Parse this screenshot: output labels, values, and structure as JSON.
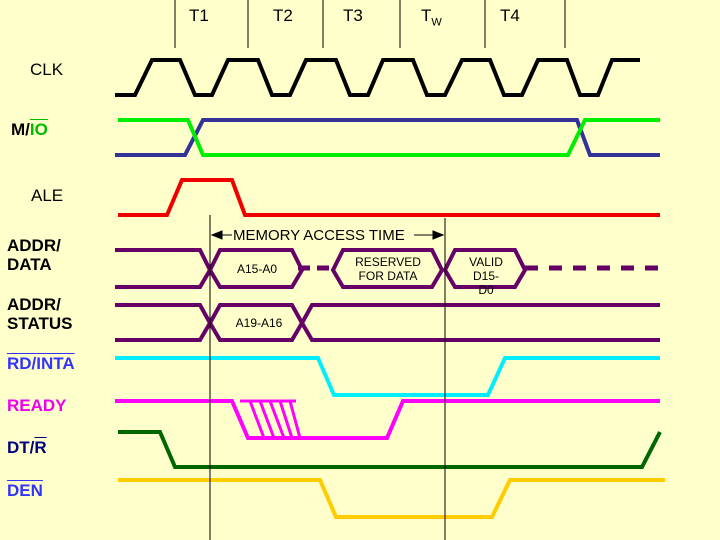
{
  "states": [
    {
      "label": "T1"
    },
    {
      "label": "T2"
    },
    {
      "label": "T3"
    },
    {
      "label": "T",
      "sub": "W"
    },
    {
      "label": "T4"
    }
  ],
  "signals": {
    "clk": "CLK",
    "mio_m": "M/",
    "mio_io": "IO",
    "ale": "ALE",
    "addr_data_1": "ADDR/",
    "addr_data_2": "DATA",
    "addr_status_1": "ADDR/",
    "addr_status_2": "STATUS",
    "rd_inta": "RD/INTA",
    "ready": "READY",
    "dtr_dt": "DT/",
    "dtr_r": "R",
    "den": "DEN"
  },
  "annotations": {
    "memory_access_time": "MEMORY ACCESS TIME",
    "a15_a0": "A15-A0",
    "reserved_1": "RESERVED",
    "reserved_2": "FOR DATA",
    "valid_1": "VALID",
    "valid_2": "D15-",
    "valid_3": "D0",
    "a19_a16": "A19-A16"
  },
  "colors": {
    "background": "#ffffcc",
    "clk": "#000000",
    "mio_green": "#00ee00",
    "mio_blue": "#333399",
    "ale": "#ee0000",
    "bus": "#660066",
    "rd": "#00eeff",
    "ready": "#ff00ff",
    "dtr": "#006600",
    "den": "#ffcc00",
    "io_text": "#00bb00",
    "rd_text": "#3333ff",
    "ready_text": "#ee00ee",
    "dtr_text": "#000080",
    "den_text": "#3333ff"
  }
}
